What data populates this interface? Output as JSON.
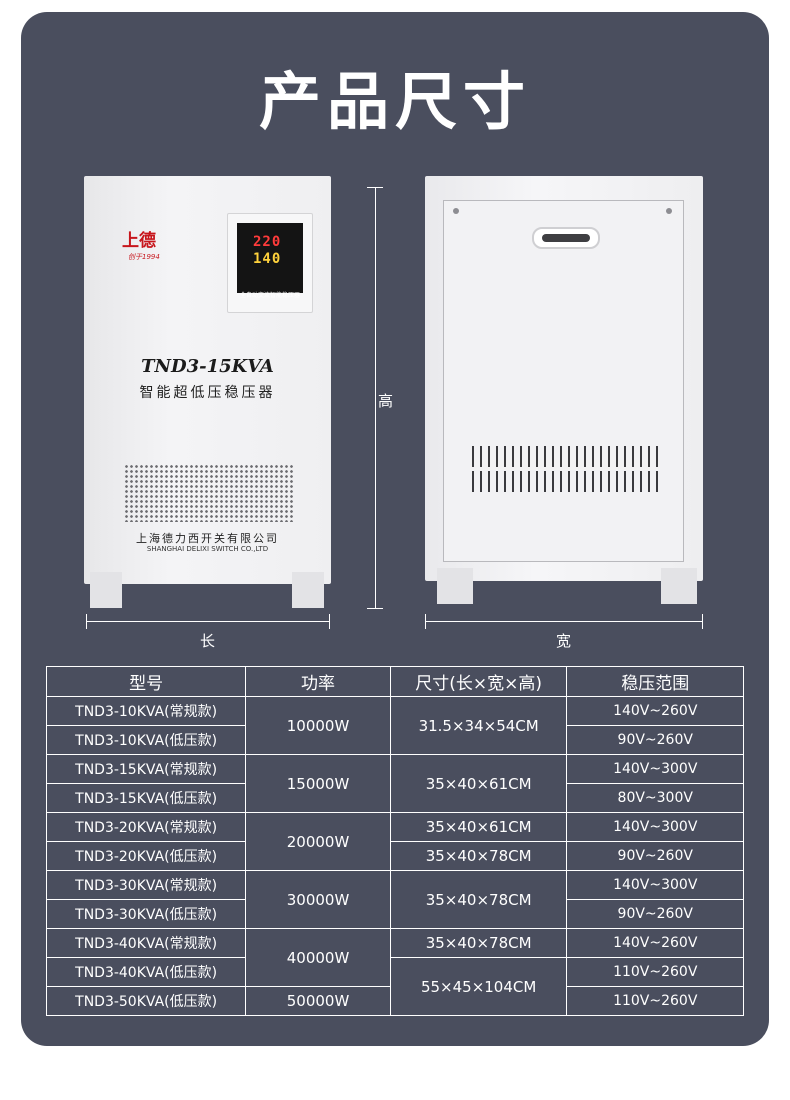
{
  "page_title": "产品尺寸",
  "product": {
    "logo": "上德",
    "logo_sub": "创于1994",
    "meter_top_reading": "220",
    "meter_bottom_reading": "140",
    "meter_caption": "全自动交流智能稳压器",
    "model": "TND3-15KVA",
    "subtitle": "智能超低压稳压器",
    "company_cn": "上海德力西开关有限公司",
    "company_en": "SHANGHAI DELIXI SWITCH CO.,LTD"
  },
  "dimensions": {
    "length_label": "长",
    "width_label": "宽",
    "height_label": "高"
  },
  "table": {
    "headers": [
      "型号",
      "功率",
      "尺寸(长×宽×高)",
      "稳压范围"
    ],
    "models": [
      "TND3-10KVA(常规款)",
      "TND3-10KVA(低压款)",
      "TND3-15KVA(常规款)",
      "TND3-15KVA(低压款)",
      "TND3-20KVA(常规款)",
      "TND3-20KVA(低压款)",
      "TND3-30KVA(常规款)",
      "TND3-30KVA(低压款)",
      "TND3-40KVA(常规款)",
      "TND3-40KVA(低压款)",
      "TND3-50KVA(低压款)"
    ],
    "powers": [
      "10000W",
      "15000W",
      "20000W",
      "30000W",
      "40000W",
      "50000W"
    ],
    "sizes": [
      "31.5×34×54CM",
      "35×40×61CM",
      "35×40×61CM",
      "35×40×78CM",
      "35×40×78CM",
      "35×40×78CM",
      "55×45×104CM"
    ],
    "ranges": [
      "140V~260V",
      "90V~260V",
      "140V~300V",
      "80V~300V",
      "140V~300V",
      "90V~260V",
      "140V~300V",
      "90V~260V",
      "140V~260V",
      "110V~260V",
      "110V~260V"
    ]
  },
  "colors": {
    "background": "#4a4e5e",
    "text": "#ffffff",
    "brand_red": "#c7161c"
  }
}
